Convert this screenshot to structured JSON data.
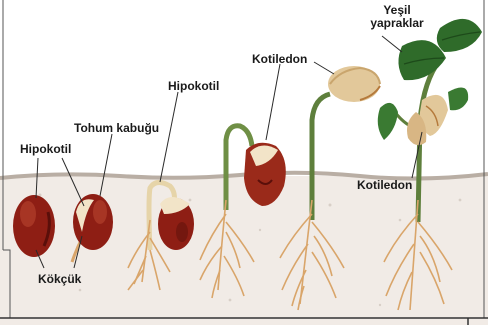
{
  "labels": {
    "hypocotyl_1": "Hipokotil",
    "seed_coat": "Tohum kabuğu",
    "hypocotyl_2": "Hipokotil",
    "cotyledon_1": "Kotiledon",
    "green_leaves_line1": "Yeşil",
    "green_leaves_line2": "yapraklar",
    "cotyledon_2": "Kotiledon",
    "radicle": "Kökçük"
  },
  "colors": {
    "sky": "#ffffff",
    "soil": "#f1ebe6",
    "soil_surface": "#b9aea4",
    "seed": "#8e1e14",
    "seed_shade": "#5a0f0a",
    "root": "#d9a56a",
    "stem": "#5e7f3c",
    "leaf": "#2f6b2a",
    "cotyledon": "#e2c89a"
  }
}
